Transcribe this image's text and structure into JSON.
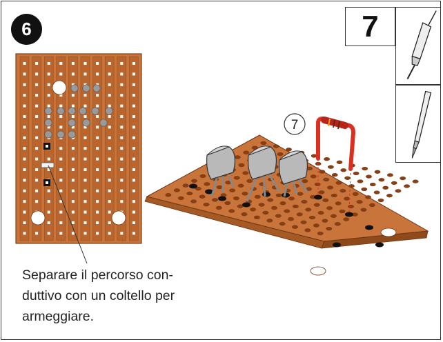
{
  "step_badge": "6",
  "step_number": "7",
  "callout_label": "7",
  "caption_lines": [
    "Separare il percorso con-",
    "duttivo con un coltello per",
    "armeggiare."
  ],
  "icons": [
    "soldering-iron-icon",
    "knife-icon"
  ],
  "colors": {
    "board": "#c8743a",
    "board_dark": "#a55a25",
    "resistor": "#d9301f",
    "transistor": "#b5b5b5"
  }
}
